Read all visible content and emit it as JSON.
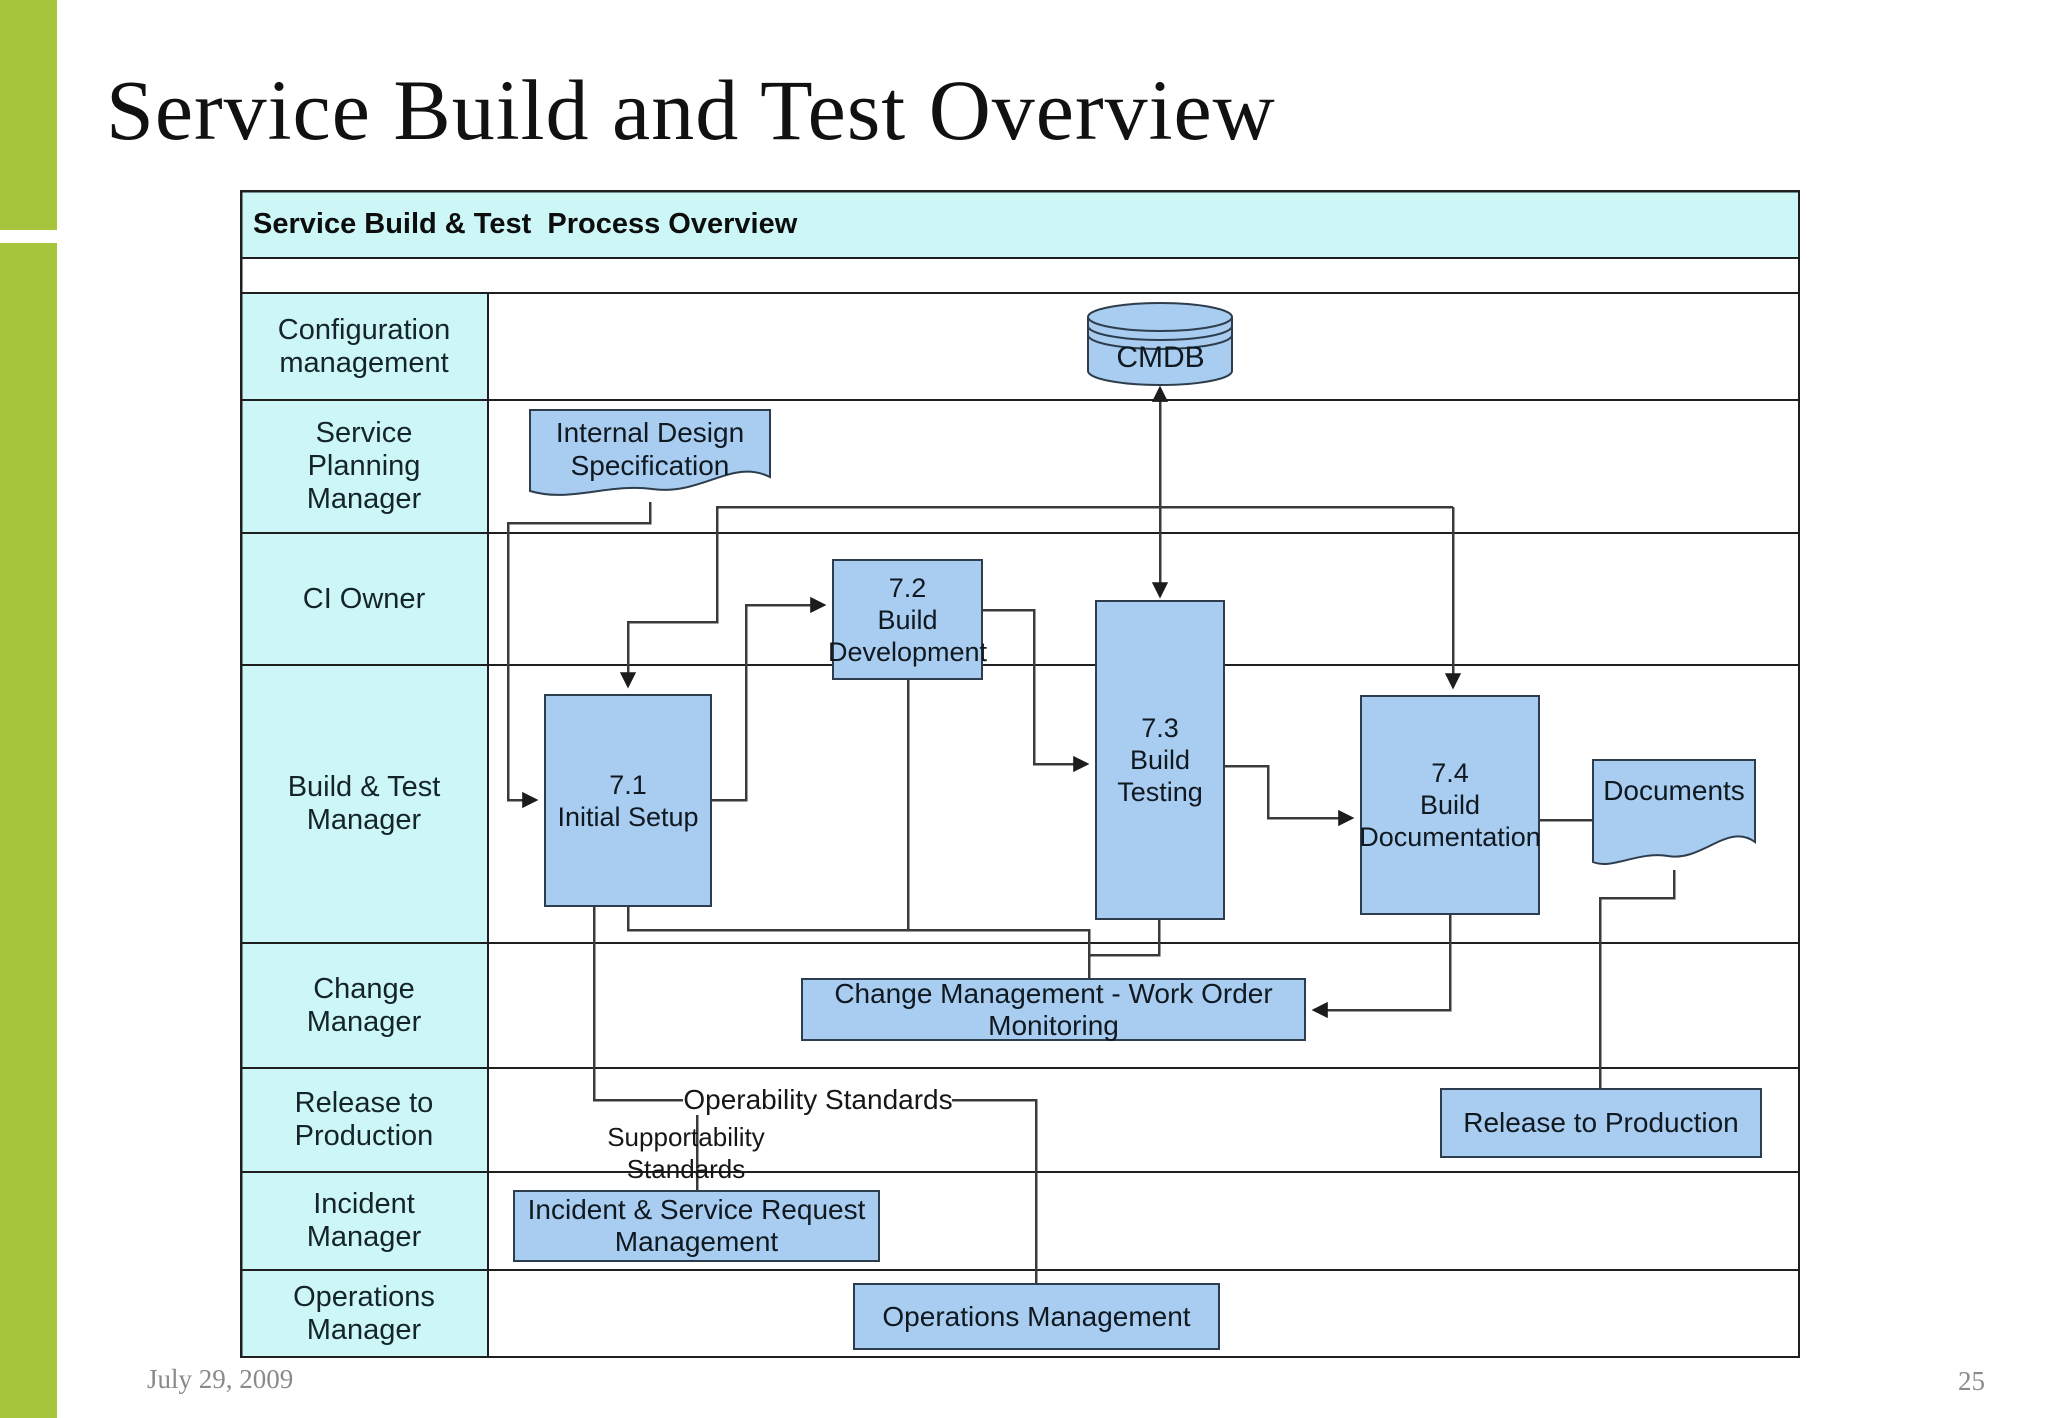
{
  "slide": {
    "title": "Service Build and Test Overview",
    "footer_date": "July 29, 2009",
    "page_number": "25"
  },
  "diagram": {
    "header": "Service Build & Test  Process Overview",
    "lanes": [
      {
        "id": "configuration-management",
        "label": "Configuration\nmanagement"
      },
      {
        "id": "service-planning-manager",
        "label": "Service\nPlanning\nManager"
      },
      {
        "id": "ci-owner",
        "label": "CI Owner"
      },
      {
        "id": "build-test-manager",
        "label": "Build & Test\nManager"
      },
      {
        "id": "change-manager",
        "label": "Change\nManager"
      },
      {
        "id": "release-to-production",
        "label": "Release to\nProduction"
      },
      {
        "id": "incident-manager",
        "label": "Incident\nManager"
      },
      {
        "id": "operations-manager",
        "label": "Operations\nManager"
      }
    ],
    "nodes": {
      "cmdb": "CMDB",
      "internal_design_spec": "Internal Design\nSpecification",
      "p71": "7.1\nInitial Setup",
      "p72": "7.2\nBuild\nDevelopment",
      "p73": "7.3\nBuild\nTesting",
      "p74": "7.4\nBuild\nDocumentation",
      "documents": "Documents",
      "change_mgmt": "Change Management - Work Order Monitoring",
      "release_box": "Release to Production",
      "incident_box": "Incident & Service Request Management",
      "operations_box": "Operations Management"
    },
    "connector_labels": {
      "operability": "Operability Standards",
      "supportability": "Supportability\nStandards"
    },
    "colors": {
      "accent_green": "#A6C43C",
      "lane_fill": "#CDF7F7",
      "node_fill": "#A8CDF0",
      "node_border": "#2e3d4d",
      "grid_line": "#1f1f1f",
      "connector_line": "#3a3a3a",
      "footer_gray": "#8a8a8a"
    }
  }
}
